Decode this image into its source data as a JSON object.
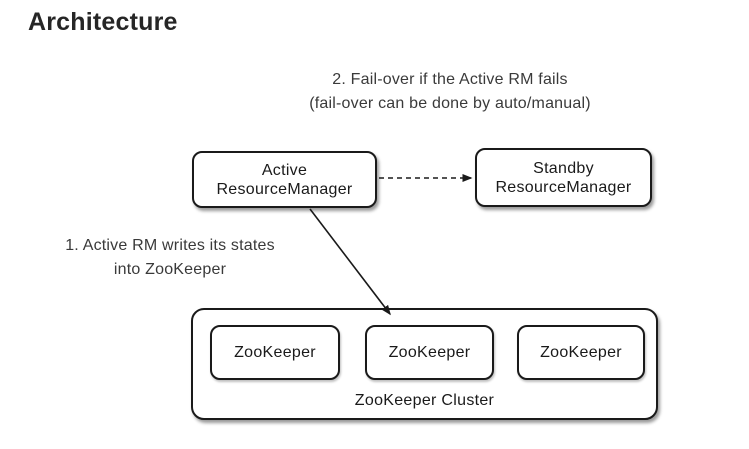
{
  "page": {
    "title": "Architecture"
  },
  "diagram": {
    "annotations": {
      "failover": {
        "line1": "2. Fail-over if the Active RM fails",
        "line2": "(fail-over can be done by auto/manual)"
      },
      "writes": {
        "line1": "1. Active RM writes its states",
        "line2": "into ZooKeeper"
      }
    },
    "nodes": {
      "active_rm": {
        "line1": "Active",
        "line2": "ResourceManager"
      },
      "standby_rm": {
        "line1": "Standby",
        "line2": "ResourceManager"
      },
      "zk1": {
        "label": "ZooKeeper"
      },
      "zk2": {
        "label": "ZooKeeper"
      },
      "zk3": {
        "label": "ZooKeeper"
      },
      "cluster": {
        "label": "ZooKeeper Cluster"
      }
    },
    "edges": [
      {
        "from": "active_rm",
        "to": "standby_rm",
        "style": "dashed",
        "arrowhead": "filled-triangle"
      },
      {
        "from": "active_rm",
        "to": "cluster",
        "style": "solid",
        "arrowhead": "filled-triangle"
      }
    ],
    "colors": {
      "border": "#1a1a1a",
      "fill": "#ffffff",
      "text": "#3a3a3a",
      "title": "#262626",
      "arrow": "#1a1a1a"
    }
  }
}
